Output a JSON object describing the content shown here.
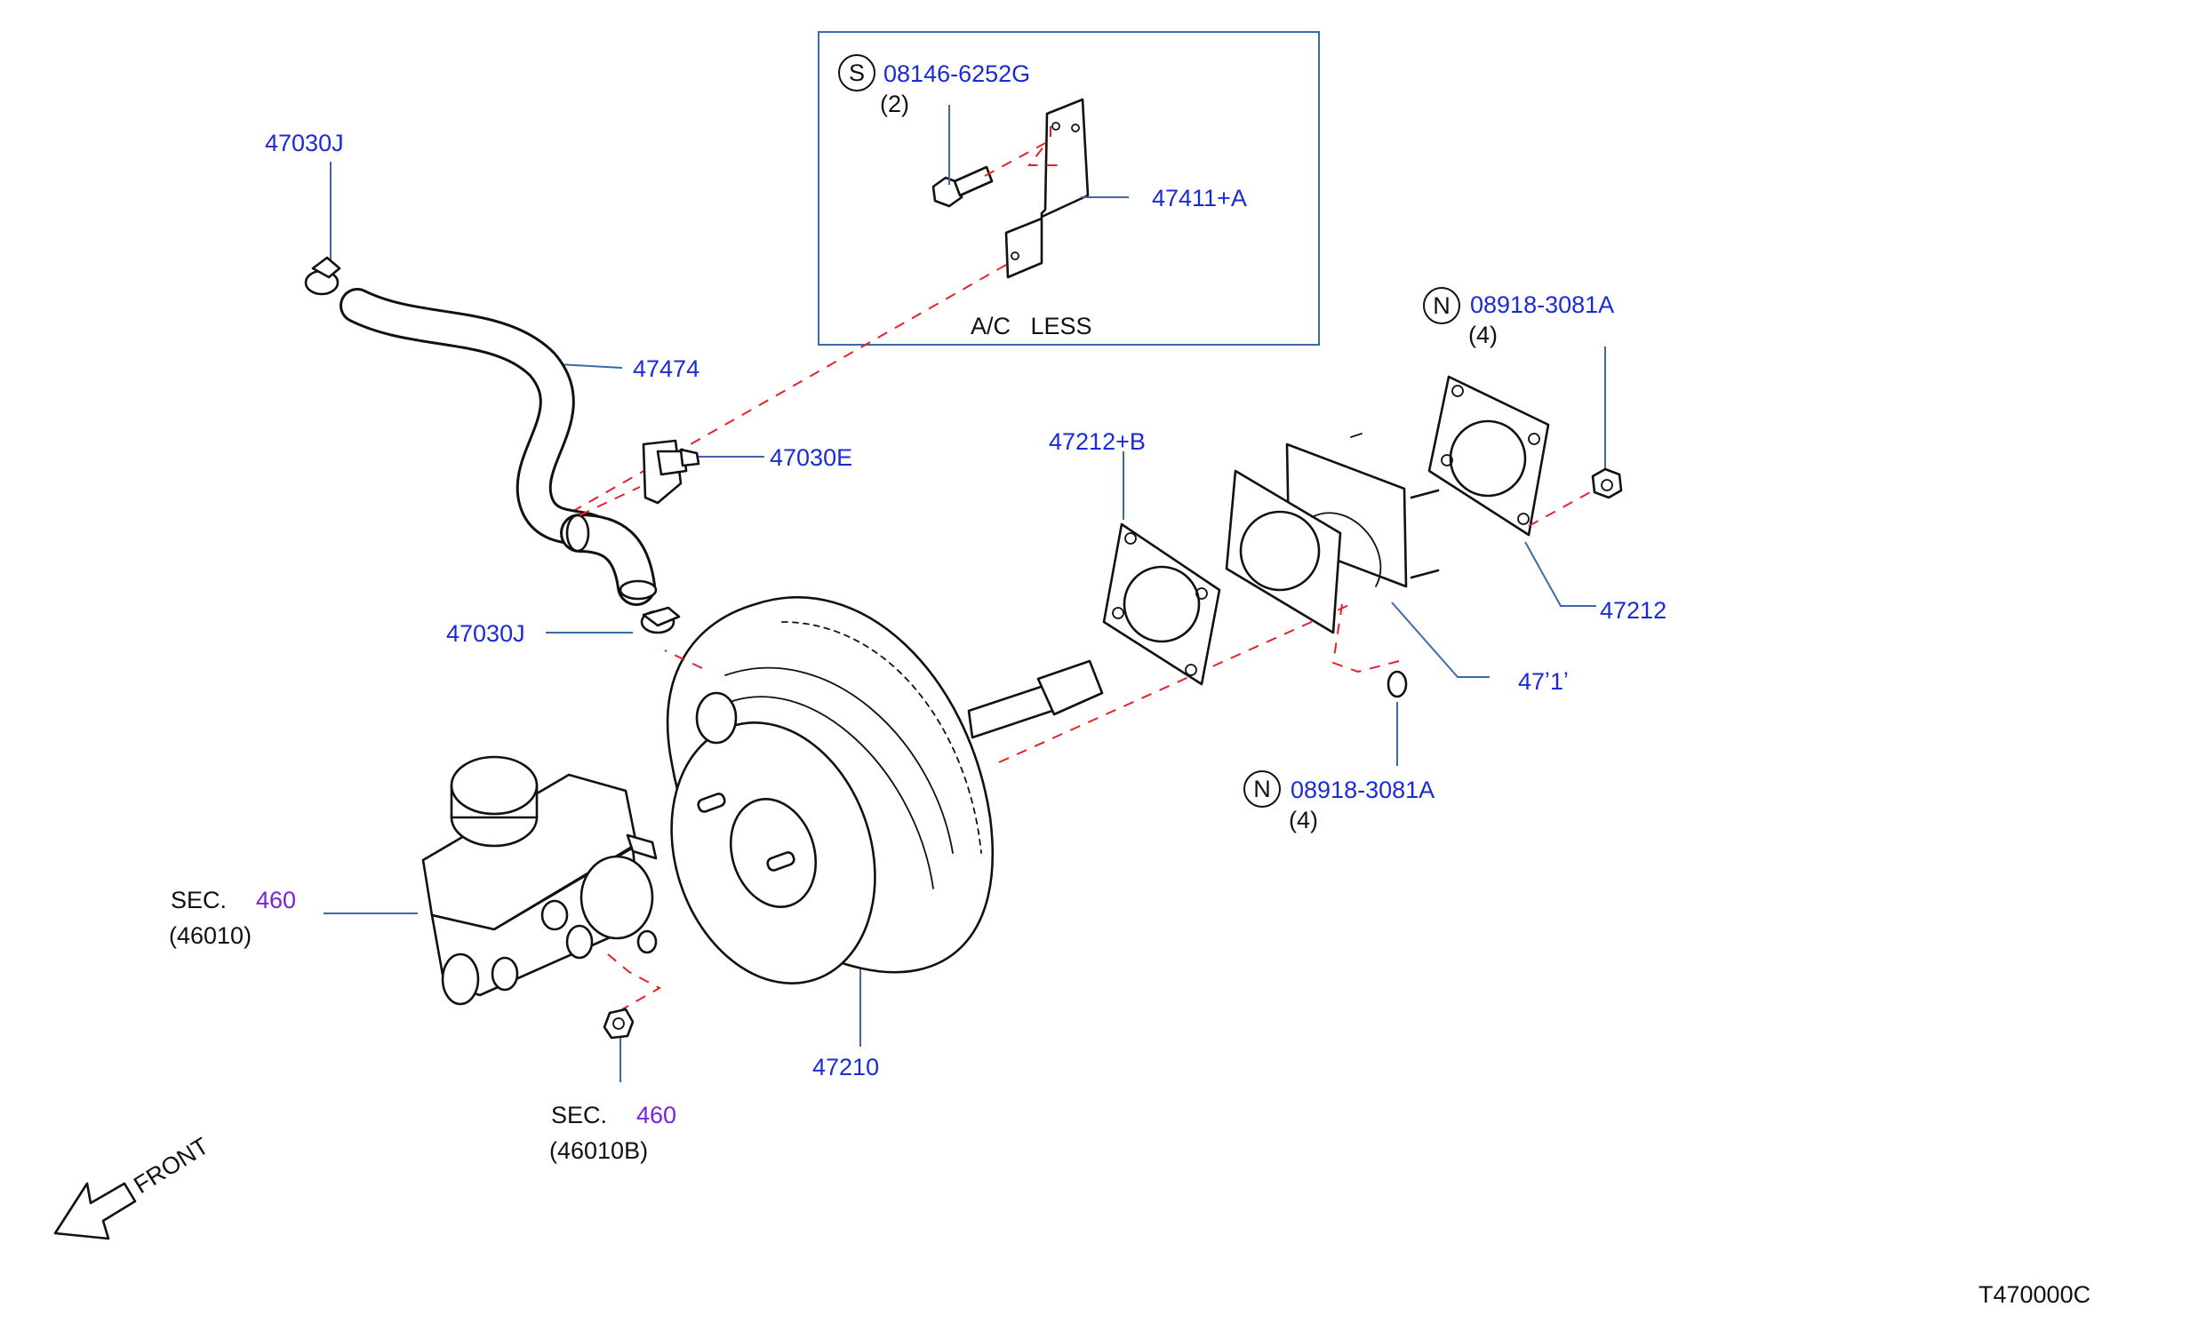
{
  "labels": {
    "clip_top": "47030J",
    "hose": "47474",
    "check_valve": "47030E",
    "clip_bottom": "47030J",
    "bolt_s_code": "08146-6252G",
    "bolt_s_qty": "(2)",
    "bracket": "47411+A",
    "inset_note": "A/C   LESS",
    "nut_n_top_code": "08918-3081A",
    "nut_n_top_qty": "(4)",
    "gasket_b": "47212+B",
    "gasket": "47212",
    "spacer_partial": "47ʼ1ʼ",
    "nut_n_bottom_code": "08918-3081A",
    "nut_n_bottom_qty": "(4)",
    "booster": "47210",
    "sec1_prefix": "SEC.",
    "sec1_num": "460",
    "sec1_ref": "(46010)",
    "sec2_prefix": "SEC.",
    "sec2_num": "460",
    "sec2_ref": "(46010B)",
    "front": "FRONT",
    "diagram_code": "T470000C",
    "s_marker": "S",
    "n_marker_top": "N",
    "n_marker_bottom": "N"
  },
  "colors": {
    "part_number": "#1a2bd6",
    "section_number": "#7a22d8",
    "leader": "#3a6aa8",
    "phantom_line": "#e8202a",
    "text": "#111111"
  }
}
